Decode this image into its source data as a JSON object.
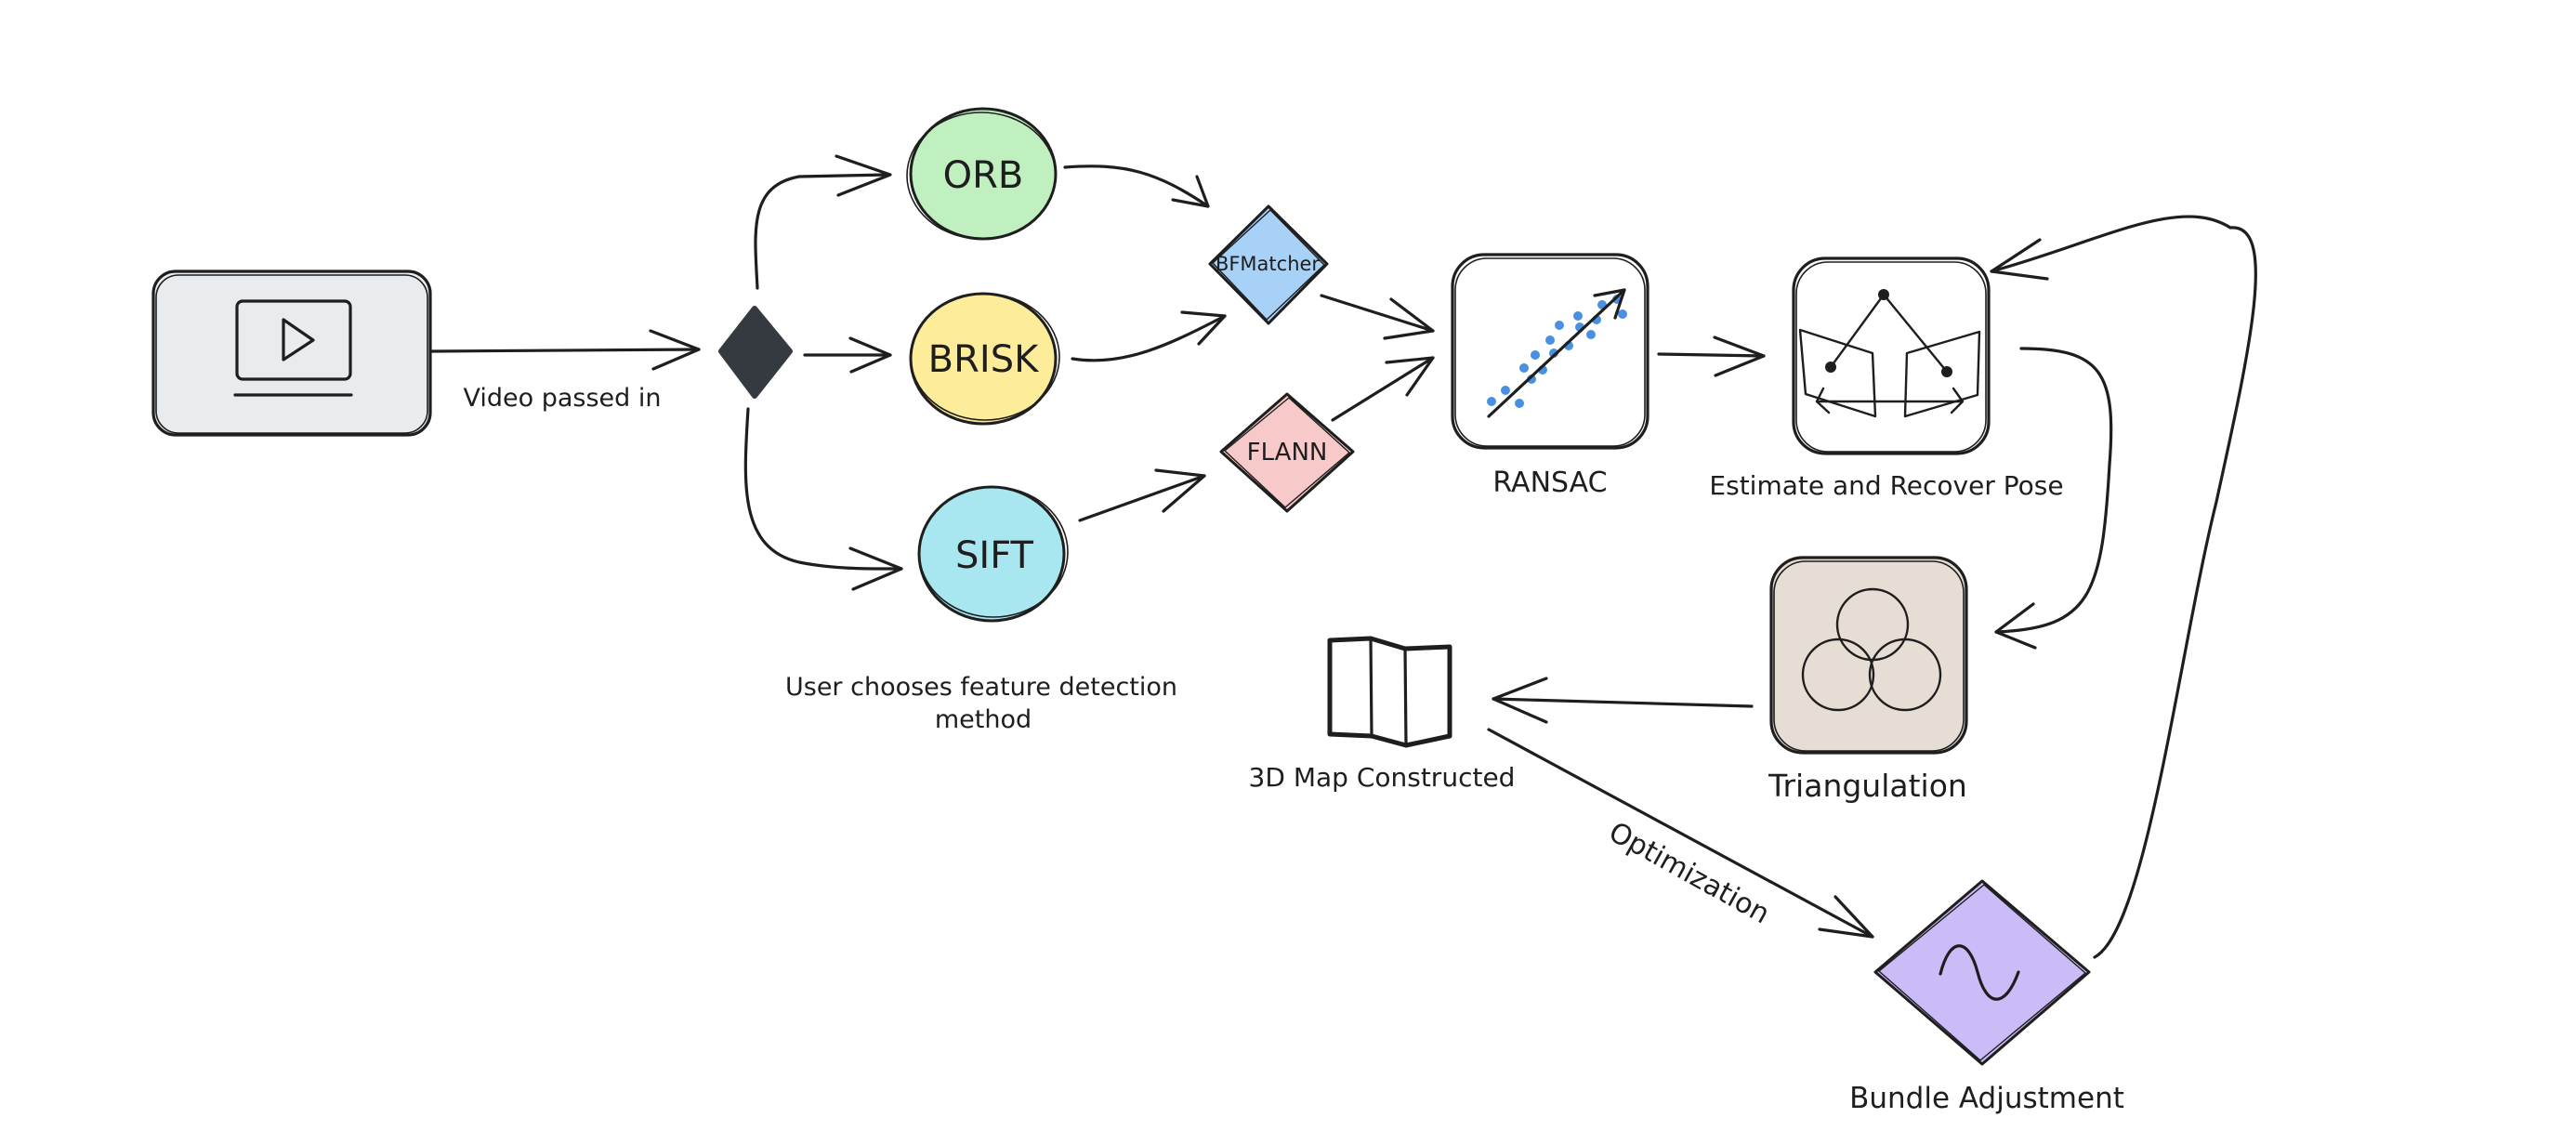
{
  "nodes": {
    "video": {
      "label": "Video passed in"
    },
    "orb": {
      "label": "ORB",
      "color": "#c0f0c0"
    },
    "brisk": {
      "label": "BRISK",
      "color": "#fdec9a"
    },
    "sift": {
      "label": "SIFT",
      "color": "#a8e6f0"
    },
    "bfmatcher": {
      "label": "BFMatcher",
      "color": "#a8d1f8"
    },
    "flann": {
      "label": "FLANN",
      "color": "#f7c9c9"
    },
    "ransac": {
      "label": "RANSAC"
    },
    "pose": {
      "label": "Estimate and Recover Pose"
    },
    "triangulation": {
      "label": "Triangulation",
      "color": "#e6ddd5"
    },
    "map": {
      "label": "3D Map Constructed"
    },
    "bundle": {
      "label": "Bundle Adjustment",
      "color": "#cbbcf7"
    }
  },
  "annotations": {
    "feature_choice_line1": "User chooses feature detection",
    "feature_choice_line2": "method",
    "optimization": "Optimization"
  },
  "colors": {
    "stroke": "#1e1e1e",
    "video_box": "#e9ecef",
    "decision": "#343a40",
    "ransac_points": "#4a90e2"
  }
}
